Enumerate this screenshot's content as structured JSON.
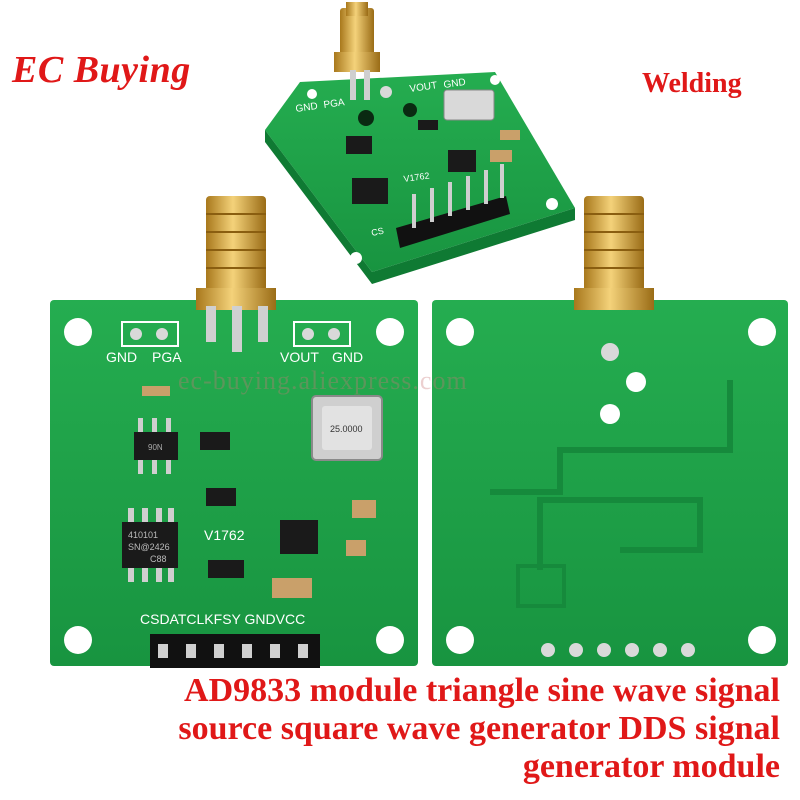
{
  "brand": {
    "text": "EC Buying",
    "color": "#e01818"
  },
  "badge": {
    "text": "Welding"
  },
  "watermark": {
    "text": "ec-buying.aliexpress.com"
  },
  "caption": {
    "lines": [
      "AD9833 module triangle sine wave signal",
      "source square wave generator DDS signal",
      "generator module"
    ]
  },
  "board_labels": {
    "gnd": "GND",
    "pga": "PGA",
    "vout": "VOUT",
    "gnd2": "GND",
    "model": "V1762",
    "pins": "CSDATCLKFSY GNDVCC",
    "pins_top": "CS",
    "crystal": "25.0000",
    "ic_top": "410101",
    "ic_mid": "SN@2426",
    "ic_bot": "C88",
    "small_ic": "90N"
  },
  "colors": {
    "pcb": "#1fa34a",
    "pcb_dark": "#138a3a",
    "gold": "#d9a732",
    "text_red": "#e01818"
  }
}
